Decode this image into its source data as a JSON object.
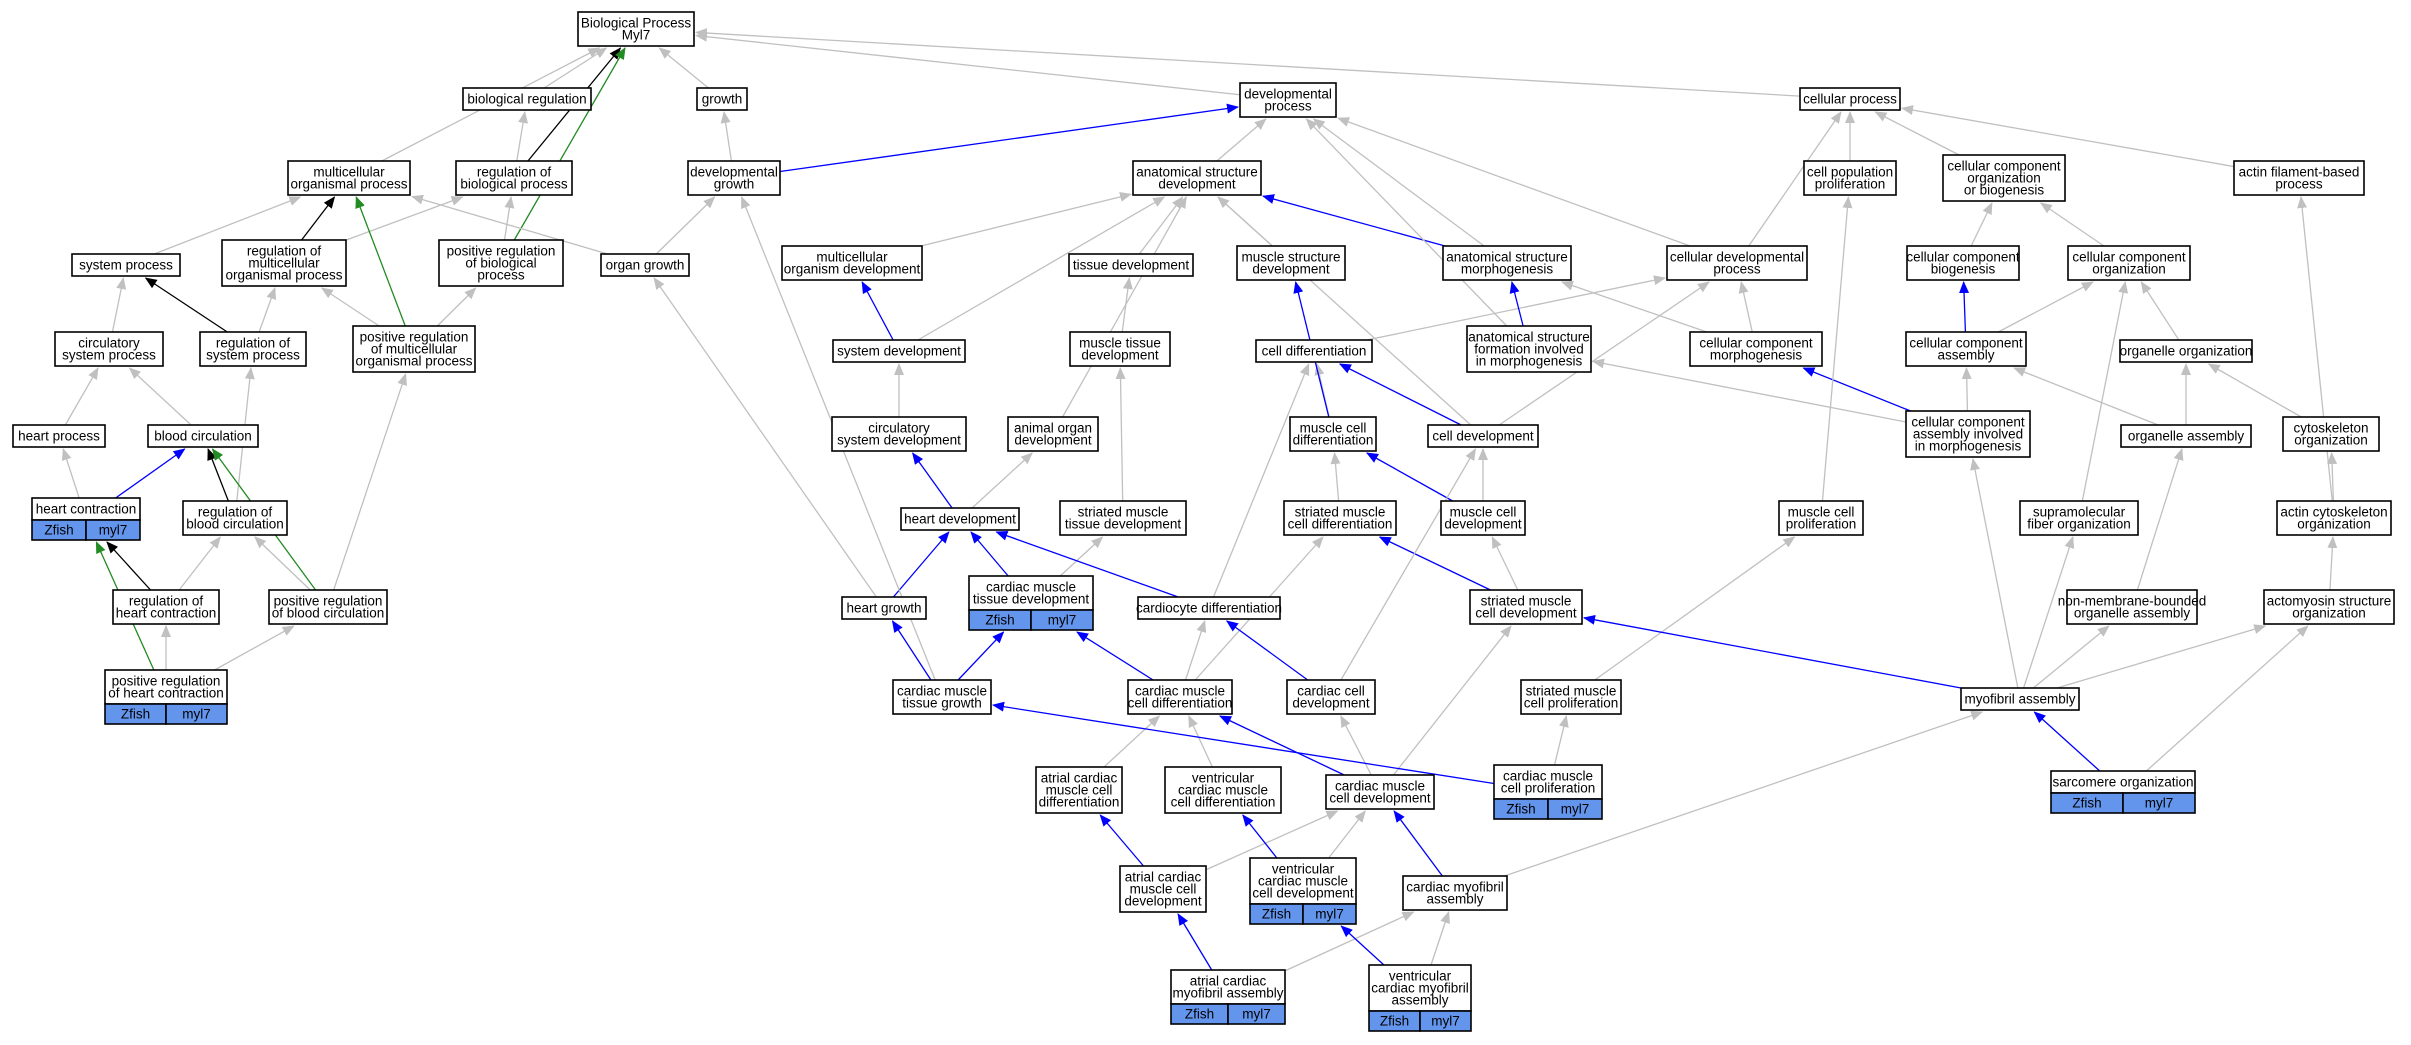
{
  "colors": {
    "is_a": "#c0c0c0",
    "part_of": "#0000ff",
    "regulates": "#000000",
    "positively_regulates": "#228b22",
    "annotation_fill": "#6495ed"
  },
  "annotation": {
    "species": "Zfish",
    "gene": "myl7"
  },
  "nodes": [
    {
      "id": "bp",
      "lines": [
        "Biological Process",
        "Myl7"
      ]
    },
    {
      "id": "bioreg",
      "lines": [
        "biological regulation"
      ]
    },
    {
      "id": "growth",
      "lines": [
        "growth"
      ]
    },
    {
      "id": "devproc",
      "lines": [
        "developmental",
        "process"
      ]
    },
    {
      "id": "cellproc",
      "lines": [
        "cellular process"
      ]
    },
    {
      "id": "multiproc",
      "lines": [
        "multicellular",
        "organismal process"
      ]
    },
    {
      "id": "regbio",
      "lines": [
        "regulation of",
        "biological process"
      ]
    },
    {
      "id": "devgrowth",
      "lines": [
        "developmental",
        "growth"
      ]
    },
    {
      "id": "asd",
      "lines": [
        "anatomical structure",
        "development"
      ]
    },
    {
      "id": "cellpopprolif",
      "lines": [
        "cell population",
        "proliferation"
      ]
    },
    {
      "id": "ccob",
      "lines": [
        "cellular component",
        "organization",
        "or biogenesis"
      ]
    },
    {
      "id": "actinproc",
      "lines": [
        "actin filament-based",
        "process"
      ]
    },
    {
      "id": "sysproc",
      "lines": [
        "system process"
      ]
    },
    {
      "id": "regmulti",
      "lines": [
        "regulation of",
        "multicellular",
        "organismal process"
      ]
    },
    {
      "id": "posregbio",
      "lines": [
        "positive regulation",
        "of biological",
        "process"
      ]
    },
    {
      "id": "organgrowth",
      "lines": [
        "organ growth"
      ]
    },
    {
      "id": "multidev",
      "lines": [
        "multicellular",
        "organism development"
      ]
    },
    {
      "id": "tissuedev",
      "lines": [
        "tissue development"
      ]
    },
    {
      "id": "muscstructdev",
      "lines": [
        "muscle structure",
        "development"
      ]
    },
    {
      "id": "asmorph",
      "lines": [
        "anatomical structure",
        "morphogenesis"
      ]
    },
    {
      "id": "celldevproc",
      "lines": [
        "cellular developmental",
        "process"
      ]
    },
    {
      "id": "ccbiogen",
      "lines": [
        "cellular component",
        "biogenesis"
      ]
    },
    {
      "id": "ccorg",
      "lines": [
        "cellular component",
        "organization"
      ]
    },
    {
      "id": "circsys",
      "lines": [
        "circulatory",
        "system process"
      ]
    },
    {
      "id": "regsys",
      "lines": [
        "regulation of",
        "system process"
      ]
    },
    {
      "id": "posregmulti",
      "lines": [
        "positive regulation",
        "of multicellular",
        "organismal process"
      ]
    },
    {
      "id": "sysdev",
      "lines": [
        "system development"
      ]
    },
    {
      "id": "musctissdev",
      "lines": [
        "muscle tissue",
        "development"
      ]
    },
    {
      "id": "celldiff",
      "lines": [
        "cell differentiation"
      ]
    },
    {
      "id": "asfim",
      "lines": [
        "anatomical structure",
        "formation involved",
        "in morphogenesis"
      ]
    },
    {
      "id": "ccmorph",
      "lines": [
        "cellular component",
        "morphogenesis"
      ]
    },
    {
      "id": "ccassembly",
      "lines": [
        "cellular component",
        "assembly"
      ]
    },
    {
      "id": "organelleorg",
      "lines": [
        "organelle organization"
      ]
    },
    {
      "id": "heartproc",
      "lines": [
        "heart process"
      ]
    },
    {
      "id": "bloodcirc",
      "lines": [
        "blood circulation"
      ]
    },
    {
      "id": "circsysdev",
      "lines": [
        "circulatory",
        "system development"
      ]
    },
    {
      "id": "animalorgan",
      "lines": [
        "animal organ",
        "development"
      ]
    },
    {
      "id": "musccelldiff",
      "lines": [
        "muscle cell",
        "differentiation"
      ]
    },
    {
      "id": "celldev",
      "lines": [
        "cell development"
      ]
    },
    {
      "id": "ccaim",
      "lines": [
        "cellular component",
        "assembly involved",
        "in morphogenesis"
      ]
    },
    {
      "id": "organelleasm",
      "lines": [
        "organelle assembly"
      ]
    },
    {
      "id": "cytoorg",
      "lines": [
        "cytoskeleton",
        "organization"
      ]
    },
    {
      "id": "heartcontr",
      "lines": [
        "heart contraction"
      ],
      "annotated": true
    },
    {
      "id": "regbloodcirc",
      "lines": [
        "regulation of",
        "blood circulation"
      ]
    },
    {
      "id": "heartdev",
      "lines": [
        "heart development"
      ]
    },
    {
      "id": "stmtissdev",
      "lines": [
        "striated muscle",
        "tissue development"
      ]
    },
    {
      "id": "stmcelldiff",
      "lines": [
        "striated muscle",
        "cell differentiation"
      ]
    },
    {
      "id": "musccelldev",
      "lines": [
        "muscle cell",
        "development"
      ]
    },
    {
      "id": "musccellprolif",
      "lines": [
        "muscle cell",
        "proliferation"
      ]
    },
    {
      "id": "supramol",
      "lines": [
        "supramolecular",
        "fiber organization"
      ]
    },
    {
      "id": "actincyto",
      "lines": [
        "actin cytoskeleton",
        "organization"
      ]
    },
    {
      "id": "regheartcontr",
      "lines": [
        "regulation of",
        "heart contraction"
      ]
    },
    {
      "id": "posregblood",
      "lines": [
        "positive regulation",
        "of blood circulation"
      ]
    },
    {
      "id": "heartgrowth",
      "lines": [
        "heart growth"
      ]
    },
    {
      "id": "cmtissdev",
      "lines": [
        "cardiac muscle",
        "tissue development"
      ],
      "annotated": true
    },
    {
      "id": "cardiocytediff",
      "lines": [
        "cardiocyte differentiation"
      ]
    },
    {
      "id": "stmcelldev",
      "lines": [
        "striated muscle",
        "cell development"
      ]
    },
    {
      "id": "nonmemb",
      "lines": [
        "non-membrane-bounded",
        "organelle assembly"
      ]
    },
    {
      "id": "actomyosin",
      "lines": [
        "actomyosin structure",
        "organization"
      ]
    },
    {
      "id": "posregheart",
      "lines": [
        "positive regulation",
        "of heart contraction"
      ],
      "annotated": true
    },
    {
      "id": "cmtissgrowth",
      "lines": [
        "cardiac muscle",
        "tissue growth"
      ]
    },
    {
      "id": "cmcelldiff",
      "lines": [
        "cardiac muscle",
        "cell differentiation"
      ]
    },
    {
      "id": "cardcelldev",
      "lines": [
        "cardiac cell",
        "development"
      ]
    },
    {
      "id": "stmcellprolif",
      "lines": [
        "striated muscle",
        "cell proliferation"
      ]
    },
    {
      "id": "myofibril",
      "lines": [
        "myofibril assembly"
      ]
    },
    {
      "id": "atrialdiff",
      "lines": [
        "atrial cardiac",
        "muscle cell",
        "differentiation"
      ]
    },
    {
      "id": "ventdiff",
      "lines": [
        "ventricular",
        "cardiac muscle",
        "cell differentiation"
      ]
    },
    {
      "id": "cmcelldev",
      "lines": [
        "cardiac muscle",
        "cell development"
      ]
    },
    {
      "id": "cmcellprolif",
      "lines": [
        "cardiac muscle",
        "cell proliferation"
      ],
      "annotated": true
    },
    {
      "id": "sarcomere",
      "lines": [
        "sarcomere organization"
      ],
      "annotated": true
    },
    {
      "id": "atrialdev",
      "lines": [
        "atrial cardiac",
        "muscle cell",
        "development"
      ]
    },
    {
      "id": "ventdev",
      "lines": [
        "ventricular",
        "cardiac muscle",
        "cell development"
      ],
      "annotated": true
    },
    {
      "id": "cardmyo",
      "lines": [
        "cardiac myofibril",
        "assembly"
      ]
    },
    {
      "id": "atrialmyo",
      "lines": [
        "atrial cardiac",
        "myofibril assembly"
      ],
      "annotated": true
    },
    {
      "id": "ventmyo",
      "lines": [
        "ventricular",
        "cardiac myofibril",
        "assembly"
      ],
      "annotated": true
    }
  ],
  "edges": [
    {
      "from": "bioreg",
      "to": "bp",
      "type": "is_a"
    },
    {
      "from": "growth",
      "to": "bp",
      "type": "is_a"
    },
    {
      "from": "devproc",
      "to": "bp",
      "type": "is_a"
    },
    {
      "from": "cellproc",
      "to": "bp",
      "type": "is_a"
    },
    {
      "from": "multiproc",
      "to": "bp",
      "type": "is_a"
    },
    {
      "from": "regbio",
      "to": "bp",
      "type": "regulates"
    },
    {
      "from": "regbio",
      "to": "bioreg",
      "type": "is_a"
    },
    {
      "from": "posregbio",
      "to": "bp",
      "type": "positively_regulates"
    },
    {
      "from": "posregbio",
      "to": "regbio",
      "type": "is_a"
    },
    {
      "from": "devgrowth",
      "to": "growth",
      "type": "is_a"
    },
    {
      "from": "devgrowth",
      "to": "devproc",
      "type": "part_of"
    },
    {
      "from": "asd",
      "to": "devproc",
      "type": "is_a"
    },
    {
      "from": "cellpopprolif",
      "to": "cellproc",
      "type": "is_a"
    },
    {
      "from": "ccob",
      "to": "cellproc",
      "type": "is_a"
    },
    {
      "from": "actinproc",
      "to": "cellproc",
      "type": "is_a"
    },
    {
      "from": "sysproc",
      "to": "multiproc",
      "type": "is_a"
    },
    {
      "from": "regmulti",
      "to": "multiproc",
      "type": "regulates"
    },
    {
      "from": "regmulti",
      "to": "regbio",
      "type": "is_a"
    },
    {
      "from": "posregmulti",
      "to": "multiproc",
      "type": "positively_regulates"
    },
    {
      "from": "posregmulti",
      "to": "regmulti",
      "type": "is_a"
    },
    {
      "from": "posregmulti",
      "to": "posregbio",
      "type": "is_a"
    },
    {
      "from": "organgrowth",
      "to": "devgrowth",
      "type": "is_a"
    },
    {
      "from": "organgrowth",
      "to": "multiproc",
      "type": "is_a"
    },
    {
      "from": "multidev",
      "to": "asd",
      "type": "is_a"
    },
    {
      "from": "tissuedev",
      "to": "asd",
      "type": "is_a"
    },
    {
      "from": "muscstructdev",
      "to": "asd",
      "type": "is_a"
    },
    {
      "from": "asmorph",
      "to": "asd",
      "type": "part_of"
    },
    {
      "from": "asmorph",
      "to": "devproc",
      "type": "is_a"
    },
    {
      "from": "celldevproc",
      "to": "cellproc",
      "type": "is_a"
    },
    {
      "from": "celldevproc",
      "to": "devproc",
      "type": "is_a"
    },
    {
      "from": "ccbiogen",
      "to": "ccob",
      "type": "is_a"
    },
    {
      "from": "ccorg",
      "to": "ccob",
      "type": "is_a"
    },
    {
      "from": "circsys",
      "to": "sysproc",
      "type": "is_a"
    },
    {
      "from": "regsys",
      "to": "sysproc",
      "type": "regulates"
    },
    {
      "from": "regsys",
      "to": "regmulti",
      "type": "is_a"
    },
    {
      "from": "sysdev",
      "to": "multidev",
      "type": "part_of"
    },
    {
      "from": "sysdev",
      "to": "asd",
      "type": "is_a"
    },
    {
      "from": "musctissdev",
      "to": "tissuedev",
      "type": "is_a"
    },
    {
      "from": "celldiff",
      "to": "celldevproc",
      "type": "is_a"
    },
    {
      "from": "asfim",
      "to": "asmorph",
      "type": "part_of"
    },
    {
      "from": "asfim",
      "to": "devproc",
      "type": "is_a"
    },
    {
      "from": "ccmorph",
      "to": "asmorph",
      "type": "is_a"
    },
    {
      "from": "ccmorph",
      "to": "celldevproc",
      "type": "is_a"
    },
    {
      "from": "ccassembly",
      "to": "ccbiogen",
      "type": "part_of"
    },
    {
      "from": "ccassembly",
      "to": "ccorg",
      "type": "is_a"
    },
    {
      "from": "organelleorg",
      "to": "ccorg",
      "type": "is_a"
    },
    {
      "from": "heartproc",
      "to": "circsys",
      "type": "is_a"
    },
    {
      "from": "bloodcirc",
      "to": "circsys",
      "type": "is_a"
    },
    {
      "from": "circsysdev",
      "to": "sysdev",
      "type": "is_a"
    },
    {
      "from": "animalorgan",
      "to": "asd",
      "type": "is_a"
    },
    {
      "from": "musccelldiff",
      "to": "celldiff",
      "type": "is_a"
    },
    {
      "from": "musccelldiff",
      "to": "muscstructdev",
      "type": "part_of"
    },
    {
      "from": "celldev",
      "to": "celldiff",
      "type": "part_of"
    },
    {
      "from": "celldev",
      "to": "celldevproc",
      "type": "is_a"
    },
    {
      "from": "celldev",
      "to": "asd",
      "type": "is_a"
    },
    {
      "from": "ccaim",
      "to": "ccmorph",
      "type": "part_of"
    },
    {
      "from": "ccaim",
      "to": "ccassembly",
      "type": "is_a"
    },
    {
      "from": "ccaim",
      "to": "asfim",
      "type": "is_a"
    },
    {
      "from": "organelleasm",
      "to": "organelleorg",
      "type": "is_a"
    },
    {
      "from": "organelleasm",
      "to": "ccassembly",
      "type": "is_a"
    },
    {
      "from": "cytoorg",
      "to": "organelleorg",
      "type": "is_a"
    },
    {
      "from": "heartcontr",
      "to": "bloodcirc",
      "type": "part_of"
    },
    {
      "from": "heartcontr",
      "to": "heartproc",
      "type": "is_a"
    },
    {
      "from": "regbloodcirc",
      "to": "bloodcirc",
      "type": "regulates"
    },
    {
      "from": "regbloodcirc",
      "to": "regsys",
      "type": "is_a"
    },
    {
      "from": "heartdev",
      "to": "circsysdev",
      "type": "part_of"
    },
    {
      "from": "heartdev",
      "to": "animalorgan",
      "type": "is_a"
    },
    {
      "from": "stmtissdev",
      "to": "musctissdev",
      "type": "is_a"
    },
    {
      "from": "stmcelldiff",
      "to": "musccelldiff",
      "type": "is_a"
    },
    {
      "from": "musccelldev",
      "to": "musccelldiff",
      "type": "part_of"
    },
    {
      "from": "musccelldev",
      "to": "celldev",
      "type": "is_a"
    },
    {
      "from": "musccellprolif",
      "to": "cellpopprolif",
      "type": "is_a"
    },
    {
      "from": "supramol",
      "to": "ccorg",
      "type": "is_a"
    },
    {
      "from": "actincyto",
      "to": "cytoorg",
      "type": "is_a"
    },
    {
      "from": "actincyto",
      "to": "actinproc",
      "type": "is_a"
    },
    {
      "from": "regheartcontr",
      "to": "heartcontr",
      "type": "regulates"
    },
    {
      "from": "regheartcontr",
      "to": "regbloodcirc",
      "type": "is_a"
    },
    {
      "from": "posregblood",
      "to": "bloodcirc",
      "type": "positively_regulates"
    },
    {
      "from": "posregblood",
      "to": "regbloodcirc",
      "type": "is_a"
    },
    {
      "from": "posregblood",
      "to": "posregmulti",
      "type": "is_a"
    },
    {
      "from": "heartgrowth",
      "to": "heartdev",
      "type": "part_of"
    },
    {
      "from": "heartgrowth",
      "to": "organgrowth",
      "type": "is_a"
    },
    {
      "from": "cmtissdev",
      "to": "heartdev",
      "type": "part_of"
    },
    {
      "from": "cmtissdev",
      "to": "stmtissdev",
      "type": "is_a"
    },
    {
      "from": "cardiocytediff",
      "to": "heartdev",
      "type": "part_of"
    },
    {
      "from": "cardiocytediff",
      "to": "celldiff",
      "type": "is_a"
    },
    {
      "from": "stmcelldev",
      "to": "stmcelldiff",
      "type": "part_of"
    },
    {
      "from": "stmcelldev",
      "to": "musccelldev",
      "type": "is_a"
    },
    {
      "from": "nonmemb",
      "to": "organelleasm",
      "type": "is_a"
    },
    {
      "from": "actomyosin",
      "to": "actincyto",
      "type": "is_a"
    },
    {
      "from": "posregheart",
      "to": "heartcontr",
      "type": "positively_regulates"
    },
    {
      "from": "posregheart",
      "to": "regheartcontr",
      "type": "is_a"
    },
    {
      "from": "posregheart",
      "to": "posregblood",
      "type": "is_a"
    },
    {
      "from": "cmtissgrowth",
      "to": "heartgrowth",
      "type": "part_of"
    },
    {
      "from": "cmtissgrowth",
      "to": "cmtissdev",
      "type": "part_of"
    },
    {
      "from": "cmtissgrowth",
      "to": "devgrowth",
      "type": "is_a"
    },
    {
      "from": "cmcelldiff",
      "to": "cmtissdev",
      "type": "part_of"
    },
    {
      "from": "cmcelldiff",
      "to": "cardiocytediff",
      "type": "is_a"
    },
    {
      "from": "cmcelldiff",
      "to": "stmcelldiff",
      "type": "is_a"
    },
    {
      "from": "cardcelldev",
      "to": "cardiocytediff",
      "type": "part_of"
    },
    {
      "from": "cardcelldev",
      "to": "celldev",
      "type": "is_a"
    },
    {
      "from": "stmcellprolif",
      "to": "musccellprolif",
      "type": "is_a"
    },
    {
      "from": "myofibril",
      "to": "stmcelldev",
      "type": "part_of"
    },
    {
      "from": "myofibril",
      "to": "ccaim",
      "type": "is_a"
    },
    {
      "from": "myofibril",
      "to": "supramol",
      "type": "is_a"
    },
    {
      "from": "myofibril",
      "to": "nonmemb",
      "type": "is_a"
    },
    {
      "from": "myofibril",
      "to": "actomyosin",
      "type": "is_a"
    },
    {
      "from": "atrialdiff",
      "to": "cmcelldiff",
      "type": "is_a"
    },
    {
      "from": "ventdiff",
      "to": "cmcelldiff",
      "type": "is_a"
    },
    {
      "from": "cmcelldev",
      "to": "cmcelldiff",
      "type": "part_of"
    },
    {
      "from": "cmcelldev",
      "to": "cardcelldev",
      "type": "is_a"
    },
    {
      "from": "cmcelldev",
      "to": "stmcelldev",
      "type": "is_a"
    },
    {
      "from": "cmcellprolif",
      "to": "cmtissgrowth",
      "type": "part_of"
    },
    {
      "from": "cmcellprolif",
      "to": "stmcellprolif",
      "type": "is_a"
    },
    {
      "from": "sarcomere",
      "to": "myofibril",
      "type": "part_of"
    },
    {
      "from": "sarcomere",
      "to": "actomyosin",
      "type": "is_a"
    },
    {
      "from": "atrialdev",
      "to": "atrialdiff",
      "type": "part_of"
    },
    {
      "from": "atrialdev",
      "to": "cmcelldev",
      "type": "is_a"
    },
    {
      "from": "ventdev",
      "to": "ventdiff",
      "type": "part_of"
    },
    {
      "from": "ventdev",
      "to": "cmcelldev",
      "type": "is_a"
    },
    {
      "from": "cardmyo",
      "to": "cmcelldev",
      "type": "part_of"
    },
    {
      "from": "cardmyo",
      "to": "myofibril",
      "type": "is_a"
    },
    {
      "from": "atrialmyo",
      "to": "atrialdev",
      "type": "part_of"
    },
    {
      "from": "atrialmyo",
      "to": "cardmyo",
      "type": "is_a"
    },
    {
      "from": "ventmyo",
      "to": "ventdev",
      "type": "part_of"
    },
    {
      "from": "ventmyo",
      "to": "cardmyo",
      "type": "is_a"
    }
  ]
}
